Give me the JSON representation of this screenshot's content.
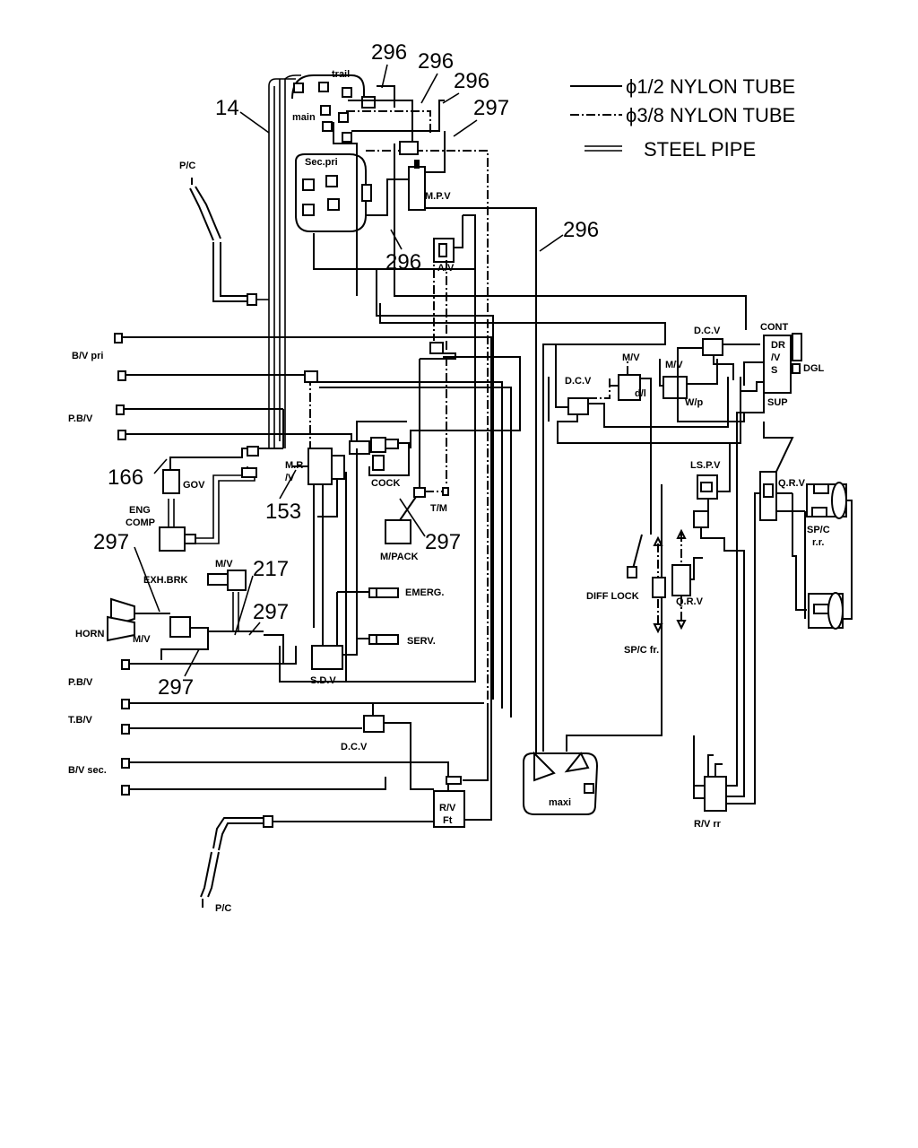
{
  "legend": {
    "nylon12": "ϕ1/2 NYLON TUBE",
    "nylon38": "ϕ3/8 NYLON TUBE",
    "steel": "STEEL PIPE"
  },
  "callouts": {
    "c296a": "296",
    "c296b": "296",
    "c296c": "296",
    "c297a": "297",
    "c14": "14",
    "c296d": "296",
    "c296e": "296",
    "c166": "166",
    "c153": "153",
    "c297b": "297",
    "c217": "217",
    "c297c": "297",
    "c297d": "297",
    "c297e": "297"
  },
  "labels": {
    "trail": "trail",
    "main": "main",
    "secpri": "Sec.pri",
    "pc_top": "P/C",
    "pc_bottom": "P/C",
    "mpv": "M.P.V",
    "av": "A/V",
    "bv_pri": "B/V pri",
    "pb_v_top": "P.B/V",
    "pb_v_bottom": "P.B/V",
    "tb_v": "T.B/V",
    "bv_sec": "B/V sec.",
    "gov": "GOV",
    "eng": "ENG",
    "comp": "COMP",
    "mr": "M.R",
    "mr2": "/V",
    "cock": "COCK",
    "tm": "T/M",
    "mpack": "M/PACK",
    "exh_brk": "EXH.BRK",
    "mv_exh": "M/V",
    "horn": "HORN",
    "mv_horn": "M/V",
    "emerg": "EMERG.",
    "serv": "SERV.",
    "sdv": "S.D.V",
    "dcv_low": "D.C.V",
    "rv_ft1": "R/V",
    "rv_ft2": "Ft",
    "maxi": "maxi",
    "dcv_mid": "D.C.V",
    "mv_dl": "M/V",
    "dl": "d/l",
    "mv_wp": "M/V",
    "wp": "W/p",
    "dcv_top": "D.C.V",
    "cont": "CONT",
    "dr": "DR",
    "v": "/V",
    "s": "S",
    "dgl": "DGL",
    "sup": "SUP",
    "lspv": "LS.P.V",
    "qrv_rr": "Q.R.V",
    "spc_rr1": "SP/C",
    "spc_rr2": "r.r.",
    "diff_lock": "DIFF LOCK",
    "qrv_fr": "Q.R.V",
    "spc_fr": "SP/C fr.",
    "rv_rr": "R/V rr"
  }
}
